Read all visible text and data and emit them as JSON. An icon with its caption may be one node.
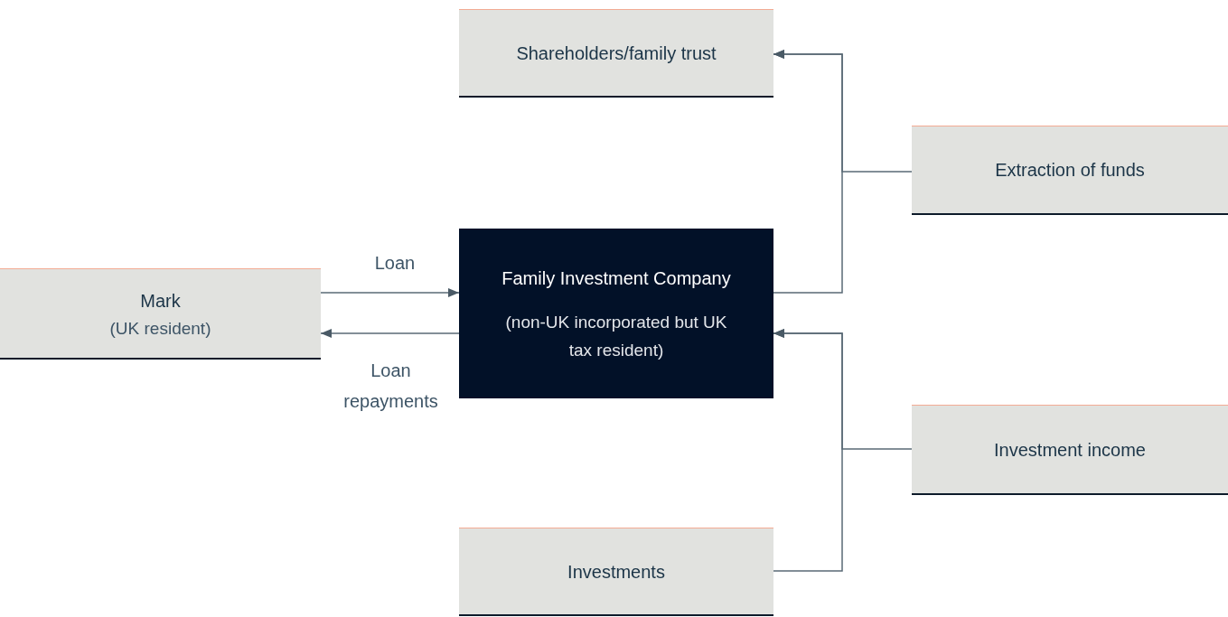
{
  "diagram": {
    "nodes": [
      {
        "text": [
          "Shareholders/family trust"
        ]
      },
      {
        "text": [
          "Extraction of funds"
        ]
      },
      {
        "text": [
          "Mark",
          "(UK resident)"
        ]
      },
      {
        "text": [
          "Family Investment Company",
          "(non-UK incorporated but UK tax resident)"
        ]
      },
      {
        "text": [
          "Investment income"
        ]
      },
      {
        "text": [
          "Investments"
        ]
      }
    ],
    "edges": [
      {
        "from": 2,
        "to": 3,
        "arrow": "to",
        "label": "Loan"
      },
      {
        "from": 3,
        "to": 2,
        "arrow": "to",
        "label": "Loan repayments"
      },
      {
        "from": 3,
        "to": 0,
        "arrow": "to"
      },
      {
        "from": 1,
        "to": 0,
        "arrow": "to"
      },
      {
        "from": 5,
        "to": 3,
        "arrow": "to"
      },
      {
        "from": 4,
        "to": 3,
        "arrow": "to"
      }
    ]
  }
}
